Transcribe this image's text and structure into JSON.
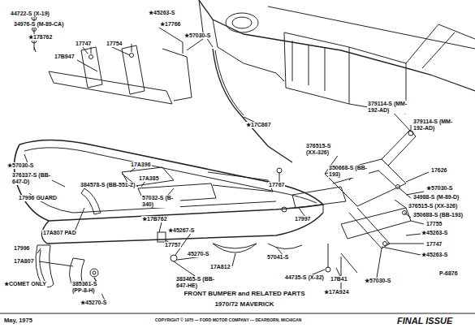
{
  "diagram": {
    "title": "FRONT BUMPER and RELATED PARTS",
    "labels": [
      "44722-S (X-19)",
      "34976-S (M-89-CA)",
      "★178762",
      "★45263-S",
      "★17766",
      "17747",
      "17754",
      "★57030-S",
      "17B947",
      "★17C867",
      "379114-S (MM-192-AD)",
      "379114-S (MM-192-AD)",
      "376515-S (XX-326)",
      "350668-S (BB-193)",
      "17626",
      "★57030-S",
      "376337-S (BB-647-D)",
      "17996 GUARD",
      "17A396",
      "17A385",
      "384578-S (BB-551-Z)",
      "17767",
      "★57030-S",
      "34988-S (M-89-D)",
      "376515-S (XX-326)",
      "350688-S (BB-193)",
      "17755",
      "17A807 PAD",
      "57032-S (B-340)",
      "★17B762",
      "★45267-S",
      "17997",
      "★45263-S",
      "17747",
      "★45263-S",
      "17996",
      "17A807",
      "17757",
      "45270-S",
      "17A812",
      "57041-S",
      "44735-S (X-32)",
      "17B41",
      "★57030-S",
      "P-6876",
      "★17A924",
      "383465-S (BB-647-HE)",
      "385361-S (PP-8-H)",
      "★45270-S",
      "★COMET ONLY",
      "1970/72 MAVERICK",
      "May, 1975",
      "COPYRIGHT © 1975 — FORD MOTOR COMPANY — DEARBORN, MICHIGAN",
      "FINAL ISSUE"
    ]
  }
}
